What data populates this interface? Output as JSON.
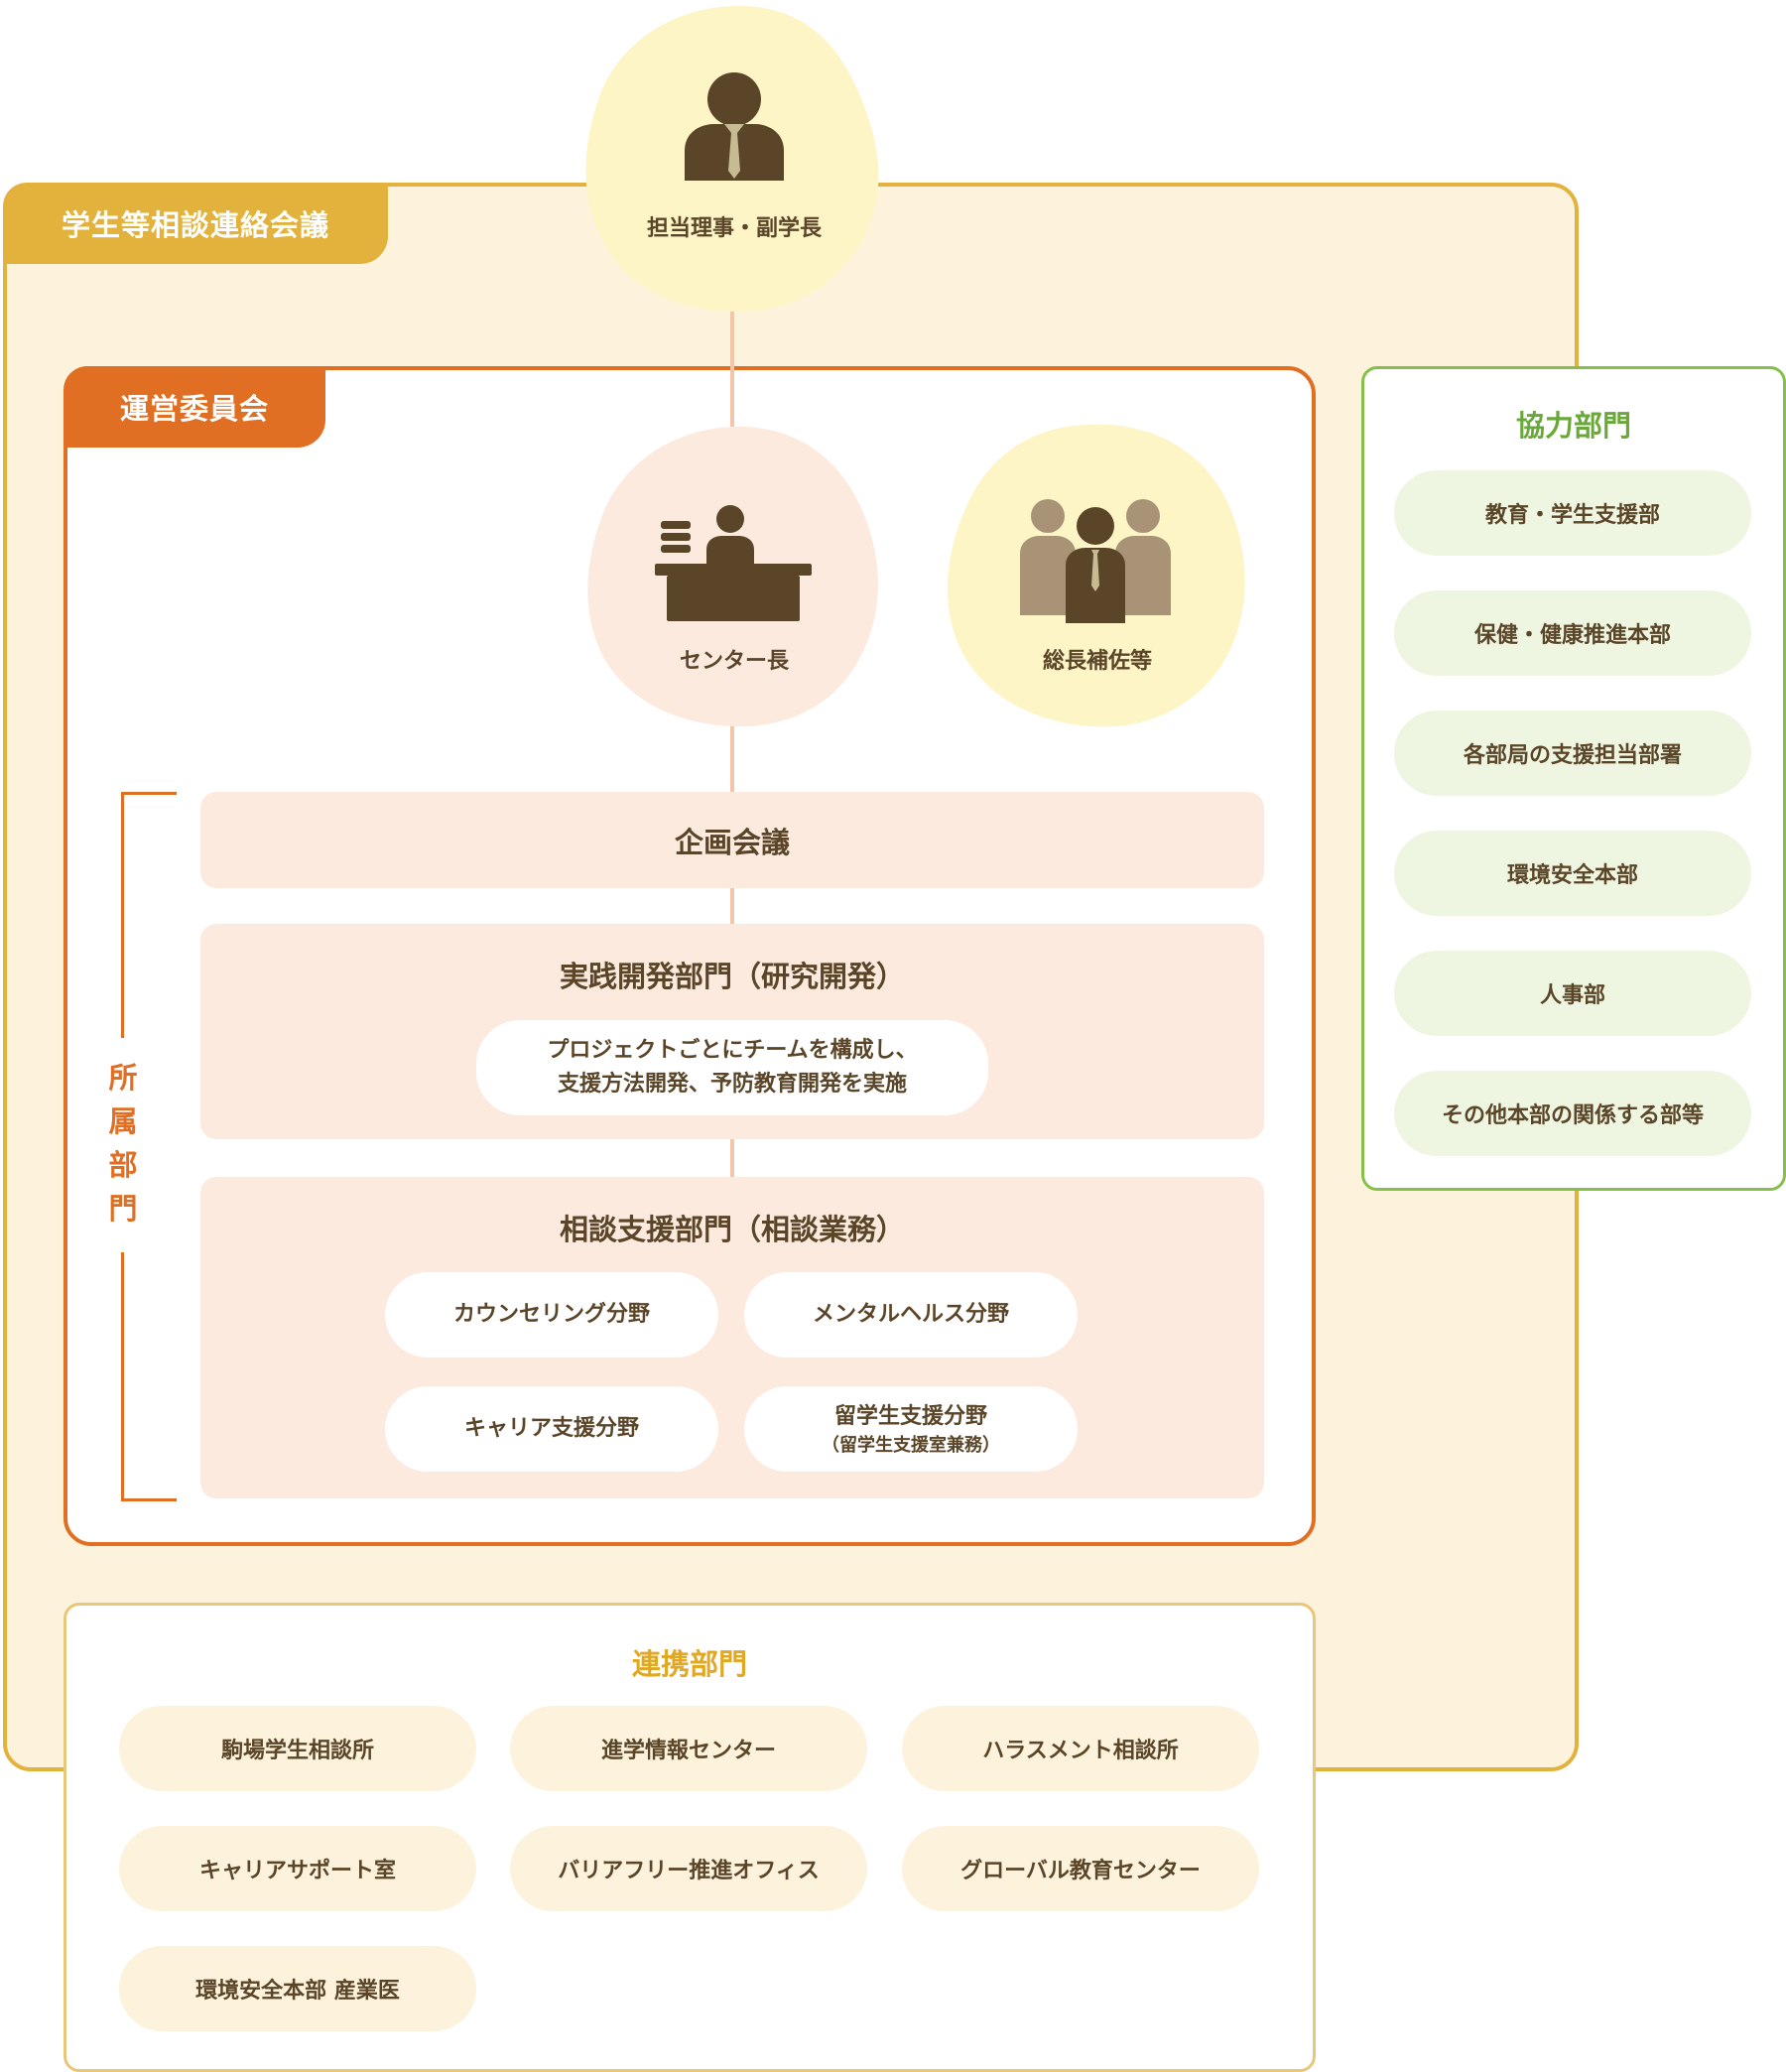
{
  "council": {
    "title": "学生等相談連絡会議"
  },
  "executive": {
    "label": "担当理事・副学長"
  },
  "committee": {
    "title": "運営委員会"
  },
  "center_head": {
    "label": "センター長"
  },
  "president_aides": {
    "label": "総長補佐等"
  },
  "affiliated": {
    "label_chars": [
      "所",
      "属",
      "部",
      "門"
    ]
  },
  "planning": {
    "title": "企画会議"
  },
  "practice": {
    "title": "実践開発部門（研究開発）",
    "desc_line1": "プロジェクトごとにチームを構成し、",
    "desc_line2": "支援方法開発、予防教育開発を実施"
  },
  "consult": {
    "title": "相談支援部門（相談業務）",
    "fields": [
      "カウンセリング分野",
      "メンタルヘルス分野",
      "キャリア支援分野",
      "留学生支援分野"
    ],
    "field_sub": "（留学生支援室兼務）"
  },
  "cooperation": {
    "title": "協力部門",
    "items": [
      "教育・学生支援部",
      "保健・健康推進本部",
      "各部局の支援担当部署",
      "環境安全本部",
      "人事部",
      "その他本部の関係する部等"
    ]
  },
  "linkage": {
    "title": "連携部門",
    "items": [
      "駒場学生相談所",
      "進学情報センター",
      "ハラスメント相談所",
      "キャリアサポート室",
      "バリアフリー推進オフィス",
      "グローバル教育センター",
      "環境安全本部 産業医"
    ]
  },
  "colors": {
    "council_gold": "#e3b23c",
    "committee_orange": "#e06f24",
    "cooperation_green": "#86c04b",
    "icon_brown": "#5a4528"
  }
}
